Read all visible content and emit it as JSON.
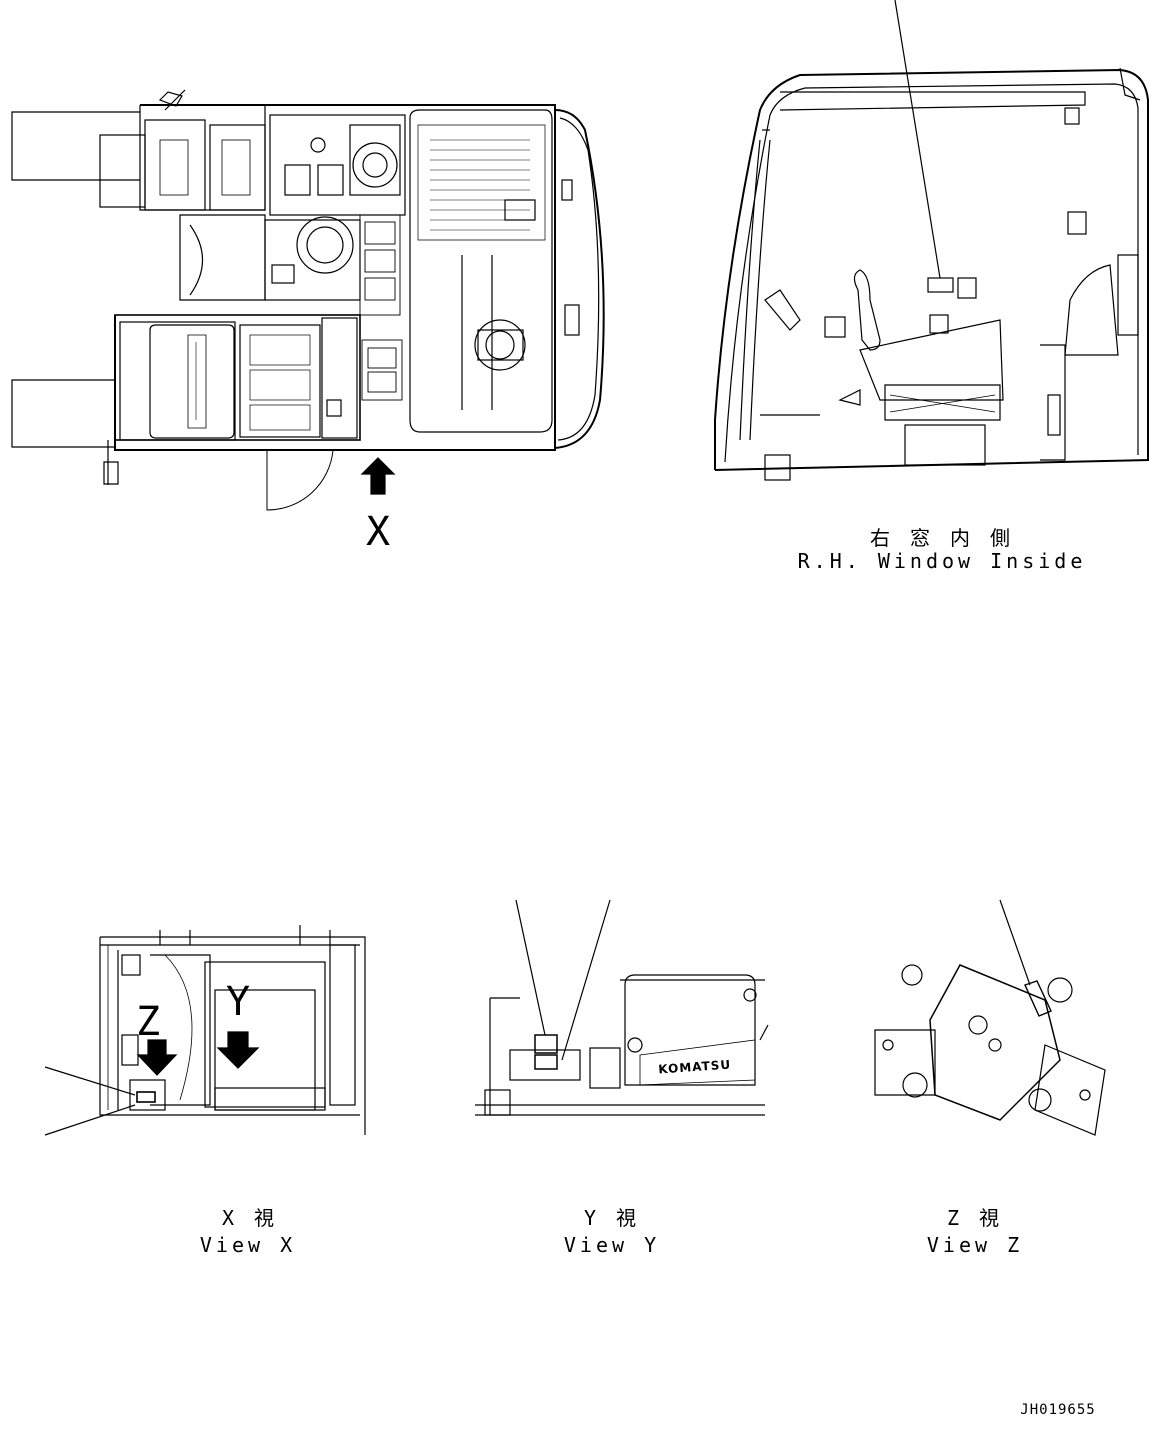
{
  "top_view": {
    "direction_letter": "X"
  },
  "rh_window_inside": {
    "caption_jp": "右 窓 内 側",
    "caption_en": "R.H. Window Inside"
  },
  "view_x": {
    "caption_jp": "X  視",
    "caption_en": "View X",
    "marker_z": "Z",
    "marker_y": "Y"
  },
  "view_y": {
    "caption_jp": "Y  視",
    "caption_en": "View Y",
    "brand_text": "KOMATSU"
  },
  "view_z": {
    "caption_jp": "Z  視",
    "caption_en": "View Z"
  },
  "drawing_code": "JH019655"
}
